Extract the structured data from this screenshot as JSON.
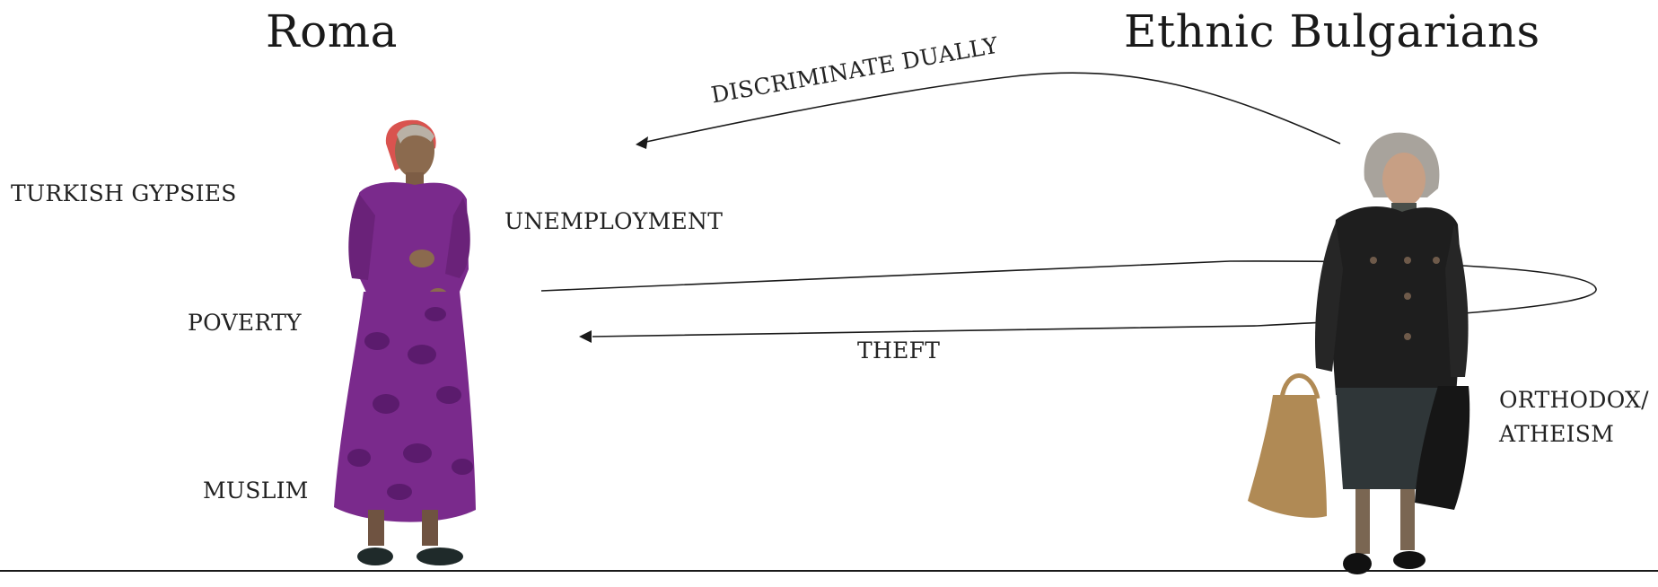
{
  "titles": {
    "left": "Roma",
    "right": "Ethnic Bulgarians"
  },
  "roma_labels": {
    "group": "TURKISH GYPSIES",
    "status": "POVERTY",
    "religion": "MUSLIM",
    "issue": "UNEMPLOYMENT"
  },
  "bulgarian_labels": {
    "religion_line1": "ORTHODOX/",
    "religion_line2": "ATHEISM"
  },
  "arrows": {
    "top": "DISCRIMINATE DUALLY",
    "middle": "THEFT"
  },
  "figures": {
    "left": "roma-woman-figure",
    "right": "bulgarian-woman-figure"
  },
  "colors": {
    "line": "#1a1a1a",
    "roma_dress": "#7a2a8c",
    "roma_dress_dark": "#4e1560",
    "roma_scarf": "#d9534f",
    "bulgarian_coat": "#1e1e1e",
    "bag": "#b08a55"
  }
}
